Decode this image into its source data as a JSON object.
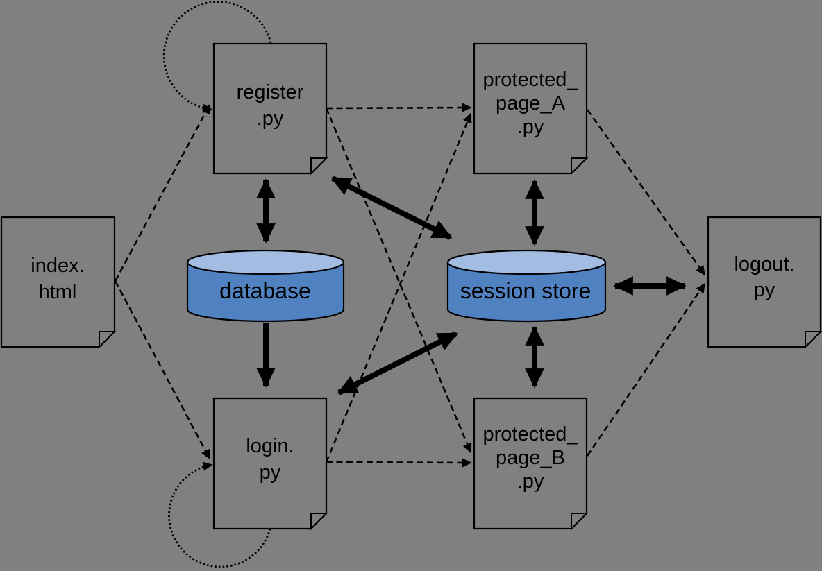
{
  "diagram": {
    "background_color": "#808080",
    "outline_color": "#000000",
    "cylinder_body_color": "#5081c1",
    "cylinder_top_color": "#a2bde1",
    "nodes": {
      "index_html": {
        "type": "file",
        "lines": [
          "index.",
          "html"
        ]
      },
      "register_py": {
        "type": "file",
        "lines": [
          "register",
          ".py"
        ]
      },
      "login_py": {
        "type": "file",
        "lines": [
          "login.",
          "py"
        ]
      },
      "protected_page_a_py": {
        "type": "file",
        "lines": [
          "protected_",
          "page_A",
          ".py"
        ]
      },
      "protected_page_b_py": {
        "type": "file",
        "lines": [
          "protected_",
          "page_B",
          ".py"
        ]
      },
      "logout_py": {
        "type": "file",
        "lines": [
          "logout.",
          "py"
        ]
      },
      "database": {
        "type": "datastore",
        "label": "database"
      },
      "session_store": {
        "type": "datastore",
        "label": "session store"
      }
    },
    "edges": [
      {
        "from": "index.html",
        "to": "register.py",
        "style": "dashed",
        "arrow": "one-way"
      },
      {
        "from": "index.html",
        "to": "login.py",
        "style": "dashed",
        "arrow": "one-way"
      },
      {
        "from": "register.py",
        "to": "register.py",
        "style": "dotted-loop",
        "arrow": "one-way"
      },
      {
        "from": "login.py",
        "to": "login.py",
        "style": "dotted-loop",
        "arrow": "one-way"
      },
      {
        "from": "register.py",
        "to": "protected_page_A.py",
        "style": "dashed",
        "arrow": "one-way"
      },
      {
        "from": "register.py",
        "to": "protected_page_B.py",
        "style": "dashed",
        "arrow": "one-way"
      },
      {
        "from": "login.py",
        "to": "protected_page_A.py",
        "style": "dashed",
        "arrow": "one-way"
      },
      {
        "from": "login.py",
        "to": "protected_page_B.py",
        "style": "dashed",
        "arrow": "one-way"
      },
      {
        "from": "protected_page_A.py",
        "to": "logout.py",
        "style": "dashed",
        "arrow": "one-way"
      },
      {
        "from": "protected_page_B.py",
        "to": "logout.py",
        "style": "dashed",
        "arrow": "one-way"
      },
      {
        "from": "register.py",
        "to": "database",
        "style": "thick-solid",
        "arrow": "two-way"
      },
      {
        "from": "database",
        "to": "login.py",
        "style": "thick-solid",
        "arrow": "one-way"
      },
      {
        "from": "register.py",
        "to": "session store",
        "style": "thick-solid",
        "arrow": "two-way"
      },
      {
        "from": "login.py",
        "to": "session store",
        "style": "thick-solid",
        "arrow": "two-way"
      },
      {
        "from": "protected_page_A.py",
        "to": "session store",
        "style": "thick-solid",
        "arrow": "two-way"
      },
      {
        "from": "protected_page_B.py",
        "to": "session store",
        "style": "thick-solid",
        "arrow": "two-way"
      },
      {
        "from": "session store",
        "to": "logout.py",
        "style": "thick-solid",
        "arrow": "two-way"
      }
    ]
  }
}
